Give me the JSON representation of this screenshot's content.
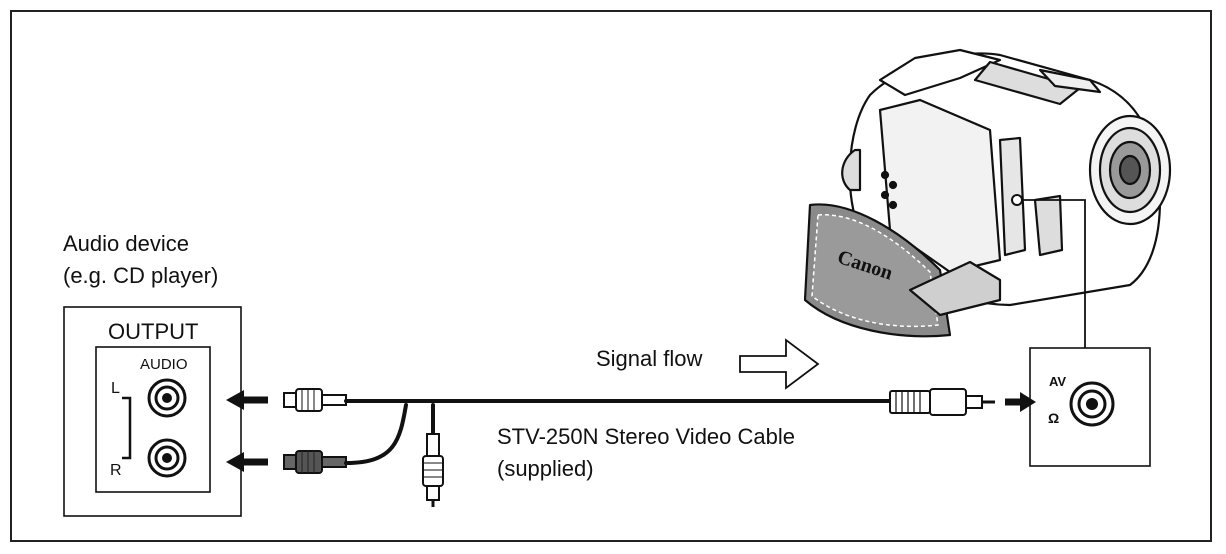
{
  "device": {
    "title_line1": "Audio device",
    "title_line2": "(e.g. CD player)",
    "output_label": "OUTPUT",
    "audio_label": "AUDIO",
    "left_label": "L",
    "right_label": "R"
  },
  "signal": {
    "label": "Signal flow"
  },
  "cable": {
    "line1": "STV-250N Stereo Video Cable",
    "line2": "(supplied)"
  },
  "camcorder": {
    "brand": "Canon",
    "jack_label": "AV",
    "headphone_symbol": "Ω"
  },
  "colors": {
    "line": "#111111",
    "background": "#ffffff"
  },
  "icons": [
    "rca-jack-icon",
    "rca-plug-icon",
    "minijack-plug-icon",
    "hollow-arrow-icon",
    "camcorder-illustration"
  ]
}
